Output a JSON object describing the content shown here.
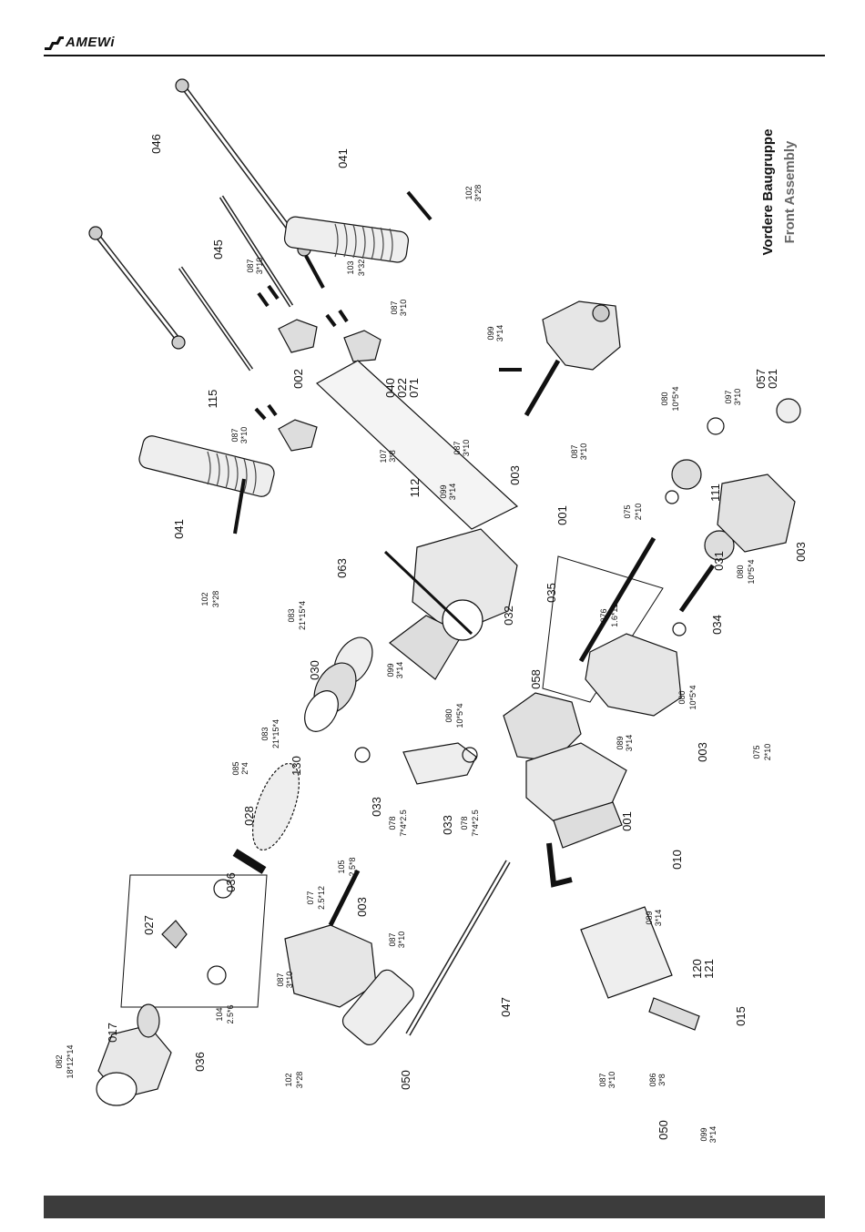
{
  "header": {
    "brand": "AMEWi"
  },
  "title": {
    "de": "Vordere Baugruppe",
    "en": "Front Assembly"
  },
  "labels": [
    {
      "id": "046",
      "t": "046"
    },
    {
      "id": "041a",
      "t": "041"
    },
    {
      "id": "045",
      "t": "045"
    },
    {
      "id": "087a1",
      "t": "087"
    },
    {
      "id": "087a2",
      "t": "3*10"
    },
    {
      "id": "102a1",
      "t": "102"
    },
    {
      "id": "102a2",
      "t": "3*28"
    },
    {
      "id": "103a1",
      "t": "103"
    },
    {
      "id": "103a2",
      "t": "3*32"
    },
    {
      "id": "087b1",
      "t": "087"
    },
    {
      "id": "087b2",
      "t": "3*10"
    },
    {
      "id": "115",
      "t": "115"
    },
    {
      "id": "002",
      "t": "002"
    },
    {
      "id": "040",
      "t": "040"
    },
    {
      "id": "022",
      "t": "022"
    },
    {
      "id": "071",
      "t": "071"
    },
    {
      "id": "099a1",
      "t": "099"
    },
    {
      "id": "099a2",
      "t": "3*14"
    },
    {
      "id": "087c1",
      "t": "087"
    },
    {
      "id": "087c2",
      "t": "3*10"
    },
    {
      "id": "107a1",
      "t": "107"
    },
    {
      "id": "107a2",
      "t": "3*8"
    },
    {
      "id": "087d1",
      "t": "087"
    },
    {
      "id": "087d2",
      "t": "3*10"
    },
    {
      "id": "003a",
      "t": "003"
    },
    {
      "id": "087e1",
      "t": "087"
    },
    {
      "id": "087e2",
      "t": "3*10"
    },
    {
      "id": "080a1",
      "t": "080"
    },
    {
      "id": "080a2",
      "t": "10*5*4"
    },
    {
      "id": "097a1",
      "t": "097"
    },
    {
      "id": "097a2",
      "t": "3*10"
    },
    {
      "id": "057",
      "t": "057"
    },
    {
      "id": "021",
      "t": "021"
    },
    {
      "id": "041b",
      "t": "041"
    },
    {
      "id": "102b1",
      "t": "102"
    },
    {
      "id": "102b2",
      "t": "3*28"
    },
    {
      "id": "112",
      "t": "112"
    },
    {
      "id": "099b1",
      "t": "099"
    },
    {
      "id": "099b2",
      "t": "3*14"
    },
    {
      "id": "001a",
      "t": "001"
    },
    {
      "id": "075a1",
      "t": "075"
    },
    {
      "id": "075a2",
      "t": "2*10"
    },
    {
      "id": "111",
      "t": "111"
    },
    {
      "id": "003b",
      "t": "003"
    },
    {
      "id": "031",
      "t": "031"
    },
    {
      "id": "080b1",
      "t": "080"
    },
    {
      "id": "080b2",
      "t": "10*5*4"
    },
    {
      "id": "063",
      "t": "063"
    },
    {
      "id": "083a1",
      "t": "083"
    },
    {
      "id": "083a2",
      "t": "21*15*4"
    },
    {
      "id": "035",
      "t": "035"
    },
    {
      "id": "076a1",
      "t": "076"
    },
    {
      "id": "076a2",
      "t": "1.6*11"
    },
    {
      "id": "034",
      "t": "034"
    },
    {
      "id": "099c1",
      "t": "099"
    },
    {
      "id": "099c2",
      "t": "3*14"
    },
    {
      "id": "032",
      "t": "032"
    },
    {
      "id": "030",
      "t": "030"
    },
    {
      "id": "080c1",
      "t": "080"
    },
    {
      "id": "080c2",
      "t": "10*5*4"
    },
    {
      "id": "083b1",
      "t": "083"
    },
    {
      "id": "083b2",
      "t": "21*15*4"
    },
    {
      "id": "080d1",
      "t": "080"
    },
    {
      "id": "080d2",
      "t": "10*5*4"
    },
    {
      "id": "058",
      "t": "058"
    },
    {
      "id": "003c",
      "t": "003"
    },
    {
      "id": "075b1",
      "t": "075"
    },
    {
      "id": "075b2",
      "t": "2*10"
    },
    {
      "id": "085a1",
      "t": "085"
    },
    {
      "id": "085a2",
      "t": "2*4"
    },
    {
      "id": "130",
      "t": "130"
    },
    {
      "id": "089a1",
      "t": "089"
    },
    {
      "id": "089a2",
      "t": "3*14"
    },
    {
      "id": "028",
      "t": "028"
    },
    {
      "id": "033a",
      "t": "033"
    },
    {
      "id": "033b",
      "t": "033"
    },
    {
      "id": "078a1",
      "t": "078"
    },
    {
      "id": "078a2",
      "t": "7*4*2.5"
    },
    {
      "id": "078b1",
      "t": "078"
    },
    {
      "id": "078b2",
      "t": "7*4*2.5"
    },
    {
      "id": "001b",
      "t": "001"
    },
    {
      "id": "105a1",
      "t": "105"
    },
    {
      "id": "105a2",
      "t": "2.5*8"
    },
    {
      "id": "036a",
      "t": "036"
    },
    {
      "id": "003d",
      "t": "003"
    },
    {
      "id": "077a1",
      "t": "077"
    },
    {
      "id": "077a2",
      "t": "2.5*12"
    },
    {
      "id": "010",
      "t": "010"
    },
    {
      "id": "027",
      "t": "027"
    },
    {
      "id": "087f1",
      "t": "087"
    },
    {
      "id": "087f2",
      "t": "3*10"
    },
    {
      "id": "089b1",
      "t": "089"
    },
    {
      "id": "089b2",
      "t": "3*14"
    },
    {
      "id": "017",
      "t": "017"
    },
    {
      "id": "087g1",
      "t": "087"
    },
    {
      "id": "087g2",
      "t": "3*10"
    },
    {
      "id": "120",
      "t": "120"
    },
    {
      "id": "121",
      "t": "121"
    },
    {
      "id": "104a1",
      "t": "104"
    },
    {
      "id": "104a2",
      "t": "2.5*6"
    },
    {
      "id": "082a1",
      "t": "082"
    },
    {
      "id": "082a2",
      "t": "18*12*14"
    },
    {
      "id": "036b",
      "t": "036"
    },
    {
      "id": "047",
      "t": "047"
    },
    {
      "id": "015",
      "t": "015"
    },
    {
      "id": "102c1",
      "t": "102"
    },
    {
      "id": "102c2",
      "t": "3*28"
    },
    {
      "id": "050a",
      "t": "050"
    },
    {
      "id": "087h1",
      "t": "087"
    },
    {
      "id": "087h2",
      "t": "3*10"
    },
    {
      "id": "086a1",
      "t": "086"
    },
    {
      "id": "086a2",
      "t": "3*8"
    },
    {
      "id": "050b",
      "t": "050"
    },
    {
      "id": "099d1",
      "t": "099"
    },
    {
      "id": "099d2",
      "t": "3*14"
    }
  ]
}
